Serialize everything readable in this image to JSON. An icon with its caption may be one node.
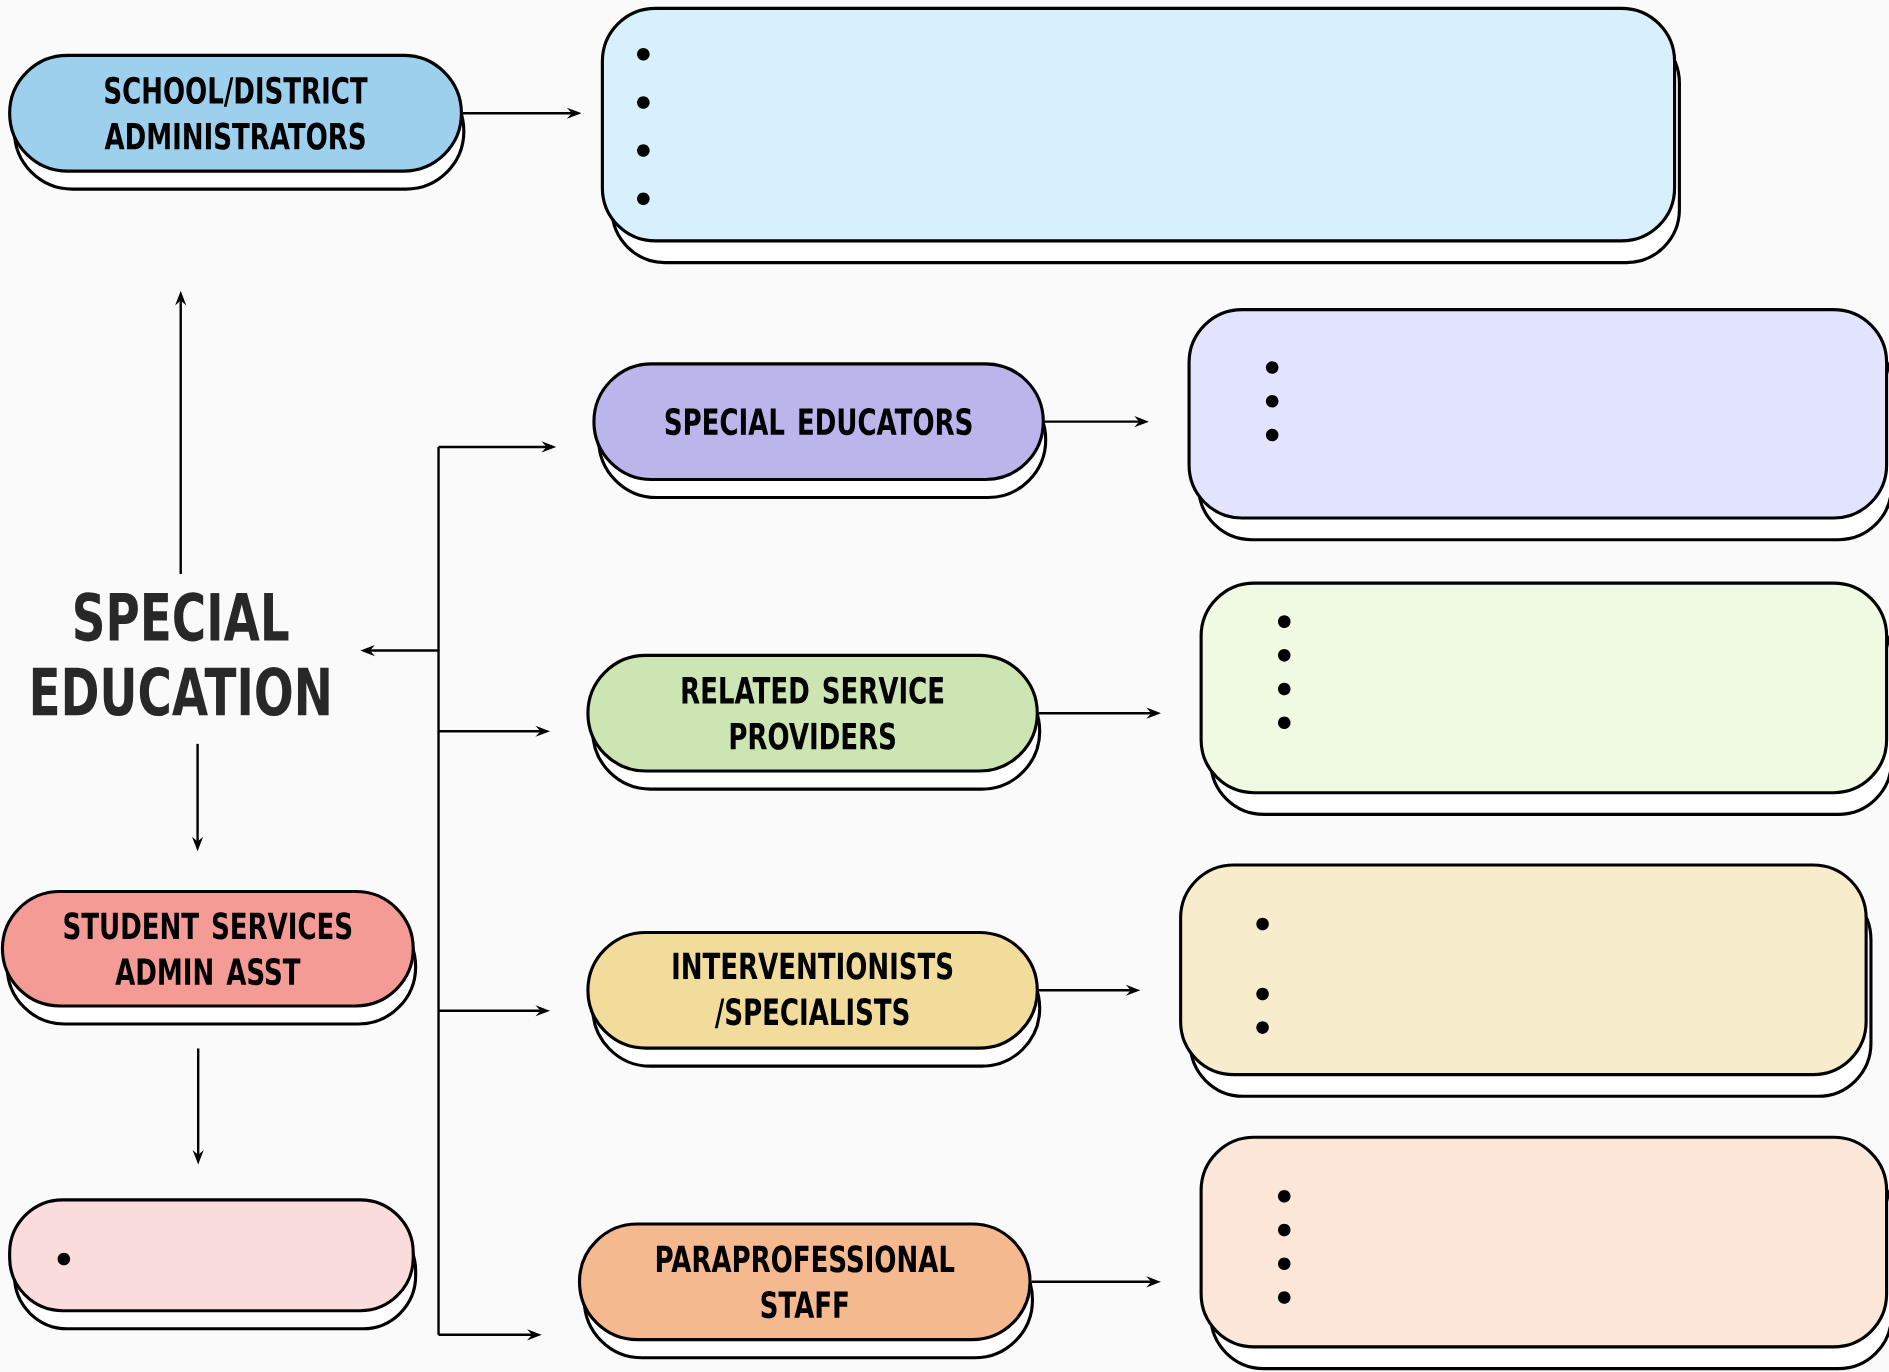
{
  "diagram": {
    "nodes": [
      {
        "text": [
          "SCHOOL/DISTRICT ADMINISTRATORS"
        ]
      },
      {
        "text": [],
        "shape": "box"
      },
      {
        "text": [
          "SPECIAL EDUCATION"
        ]
      },
      {
        "text": [
          "SPECIAL EDUCATORS"
        ]
      },
      {
        "text": [],
        "shape": "box"
      },
      {
        "text": [
          "RELATED SERVICE PROVIDERS"
        ]
      },
      {
        "text": [],
        "shape": "box"
      },
      {
        "text": [
          "STUDENT SERVICES ADMIN ASST"
        ]
      },
      {
        "text": [
          "INTERVENTIONISTS /SPECIALISTS"
        ]
      },
      {
        "text": [],
        "shape": "box"
      },
      {
        "text": [],
        "shape": "box"
      },
      {
        "text": [
          "PARAPROFESSIONAL STAFF"
        ]
      },
      {
        "text": [],
        "shape": "box"
      }
    ],
    "edges": [
      {
        "from": 0,
        "to": 1,
        "arrow": "to"
      },
      {
        "from": 2,
        "to": 0,
        "arrow": "to"
      },
      {
        "from": 2,
        "to": 7,
        "arrow": "to"
      },
      {
        "from": 7,
        "to": 10,
        "arrow": "to"
      },
      {
        "from": 2,
        "to": 3,
        "arrow": "both"
      },
      {
        "from": 2,
        "to": 5,
        "arrow": "both"
      },
      {
        "from": 2,
        "to": 8,
        "arrow": "both"
      },
      {
        "from": 2,
        "to": 11,
        "arrow": "both"
      },
      {
        "from": 3,
        "to": 4,
        "arrow": "to"
      },
      {
        "from": 5,
        "to": 6,
        "arrow": "to"
      },
      {
        "from": 8,
        "to": 9,
        "arrow": "to"
      },
      {
        "from": 11,
        "to": 12,
        "arrow": "to"
      }
    ]
  }
}
